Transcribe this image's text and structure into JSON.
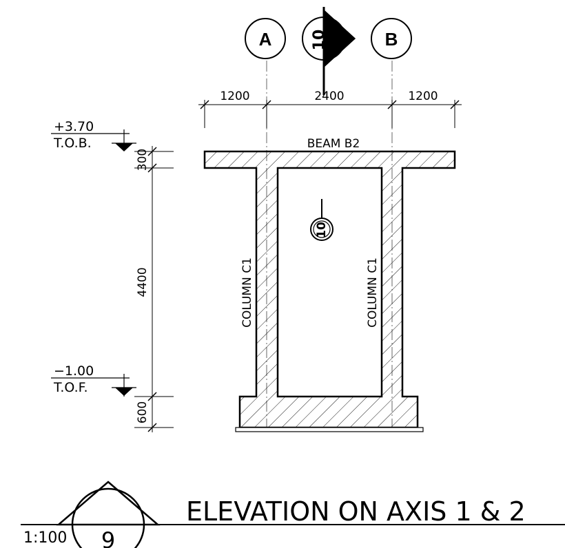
{
  "grid": {
    "axis_a": "A",
    "axis_b": "B"
  },
  "section_marker": {
    "top_label": "10",
    "center_label": "10"
  },
  "dimensions": {
    "horizontal": [
      "1200",
      "2400",
      "1200"
    ],
    "vertical": [
      "300",
      "4400",
      "600"
    ]
  },
  "levels": {
    "top": {
      "value": "+3.70",
      "name": "T.O.B."
    },
    "bottom": {
      "value": "−1.00",
      "name": "T.O.F."
    }
  },
  "labels": {
    "beam": "BEAM  B2",
    "column_left": "COLUMN C1",
    "column_right": "COLUMN C1"
  },
  "title_block": {
    "title": "ELEVATION ON AXIS 1 & 2",
    "scale": "1:100",
    "drawing_number": "9"
  }
}
